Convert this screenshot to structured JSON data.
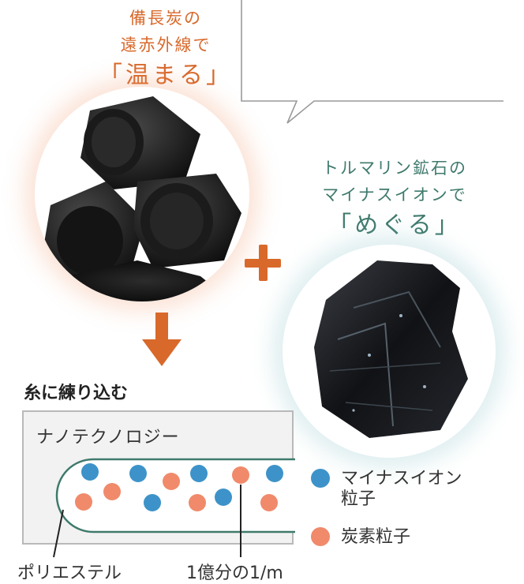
{
  "charcoal": {
    "line1": "備長炭の",
    "line2": "遠赤外線で",
    "line3": "「温まる」"
  },
  "tourmaline": {
    "line1": "トルマリン鉱石の",
    "line2": "マイナスイオンで",
    "line3": "「めぐる」"
  },
  "knead_title": "糸に練り込む",
  "nano_title": "ナノテクノロジー",
  "legend": [
    {
      "label_line1": "マイナスイオン",
      "label_line2": "粒子",
      "color": "#3d93c9"
    },
    {
      "label_line1": "炭素粒子",
      "label_line2": "",
      "color": "#f08a6b"
    }
  ],
  "labels": {
    "polyester": "ポリエステル",
    "scale": "1億分の1/m"
  },
  "colors": {
    "accent_orange": "#d8692b",
    "accent_green": "#3f7a6c",
    "ion_blue": "#3d93c9",
    "carbon_orange": "#f08a6b"
  }
}
